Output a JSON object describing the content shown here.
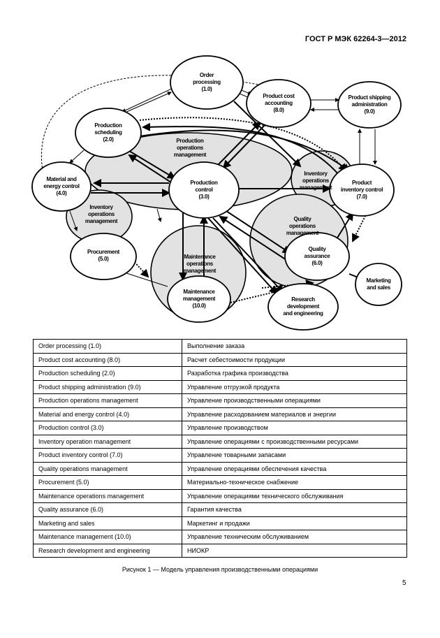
{
  "header": "ГОСТ Р МЭК 62264-3—2012",
  "diagram": {
    "nodes": {
      "order_processing": [
        "Order",
        "processing",
        "(1.0)"
      ],
      "product_cost_accounting": [
        "Product cost",
        "accounting",
        "(8.0)"
      ],
      "product_shipping_administration": [
        "Product shipping",
        "administration",
        "(9.0)"
      ],
      "production_scheduling": [
        "Production",
        "scheduling",
        "(2.0)"
      ],
      "material_energy_control": [
        "Material and",
        "energy control",
        "(4.0)"
      ],
      "production_control": [
        "Production",
        "control",
        "(3.0)"
      ],
      "product_inventory_control": [
        "Product",
        "inventory control",
        "(7.0)"
      ],
      "procurement": [
        "Procurement",
        "(5.0)"
      ],
      "maintenance_management": [
        "Maintenance",
        "management",
        "(10.0)"
      ],
      "quality_assurance": [
        "Quality",
        "assurance",
        "(6.0)"
      ],
      "marketing_sales": [
        "Marketing",
        "and sales"
      ],
      "research_development": [
        "Research",
        "development",
        "and engineering"
      ]
    },
    "areas": {
      "production_operations": [
        "Production",
        "operations",
        "management"
      ],
      "inventory_operations_right": [
        "Inventory",
        "operations",
        "management"
      ],
      "inventory_operations_left": [
        "Inventory",
        "operations",
        "management"
      ],
      "quality_operations": [
        "Quality",
        "operations",
        "management"
      ],
      "maintenance_operations": [
        "Maintenance",
        "operations",
        "management"
      ]
    }
  },
  "table": {
    "rows": [
      [
        "Order processing (1.0)",
        "Выполнение заказа"
      ],
      [
        "Product cost accounting (8.0)",
        "Расчет себестоимости продукции"
      ],
      [
        "Production scheduling (2.0)",
        "Разработка графика производства"
      ],
      [
        "Product shipping administration (9.0)",
        "Управление отгрузкой продукта"
      ],
      [
        "Production operations management",
        "Управление производственными операциями"
      ],
      [
        "Material and energy control (4.0)",
        "Управление расходованием материалов и энергии"
      ],
      [
        "Production control (3.0)",
        "Управление производством"
      ],
      [
        "Inventory operation management",
        "Управление операциями с производственными ресурсами"
      ],
      [
        "Product inventory control (7.0)",
        "Управление товарными запасами"
      ],
      [
        "Quality operations management",
        "Управление операциями обеспечения качества"
      ],
      [
        "Procurement (5.0)",
        "Материально-техническое снабжение"
      ],
      [
        "Maintenance operations management",
        "Управление операциями технического обслуживания"
      ],
      [
        "Quality assurance (6.0)",
        "Гарантия качества"
      ],
      [
        "Marketing and sales",
        "Маркетинг и продажи"
      ],
      [
        "Maintenance management (10.0)",
        "Управление техническим обслуживанием"
      ],
      [
        "Research development and engineering",
        "НИОКР"
      ]
    ]
  },
  "caption": "Рисунок 1 — Модель управления производственными операциями",
  "page_number": "5"
}
